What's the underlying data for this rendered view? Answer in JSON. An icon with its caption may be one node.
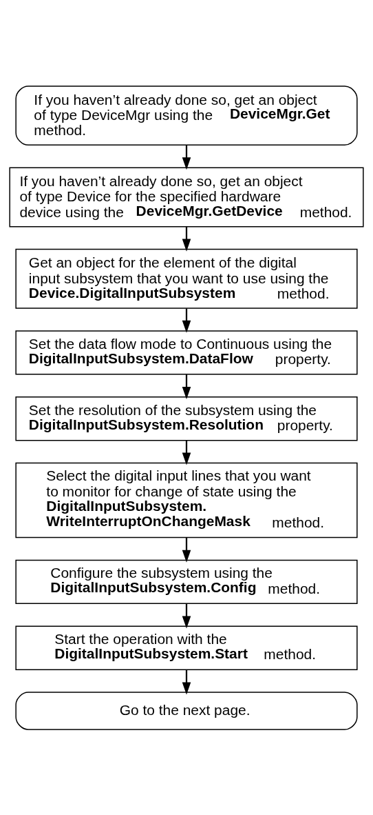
{
  "diagram": {
    "nodes": [
      {
        "text": [
          "If you haven’t already done so, get an object of type DeviceMgr using the **DeviceMgr.Get** method."
        ]
      },
      {
        "text": [
          "If you haven’t already done so, get an object of type Device for the specified hardware device using the **DeviceMgr.GetDevice** method."
        ]
      },
      {
        "text": [
          "Get an object for the element of the digital input subsystem that you want to use using the **Device.DigitalInputSubsystem** method."
        ]
      },
      {
        "text": [
          "Set the data flow mode to Continuous using the **DigitalInputSubsystem.DataFlow** property."
        ]
      },
      {
        "text": [
          "Set the resolution of the subsystem using the **DigitalInputSubsystem.Resolution** property."
        ]
      },
      {
        "text": [
          "Select the digital input lines that you want to monitor for change of state using the **DigitalInputSubsystem. WriteInterruptOnChangeMask** method."
        ]
      },
      {
        "text": [
          "Configure the subsystem using the **DigitalInputSubsystem.Config** method."
        ]
      },
      {
        "text": [
          "Start the operation with the **DigitalInputSubsystem.Start** method."
        ]
      },
      {
        "text": [
          "Go to the next page."
        ]
      }
    ],
    "edges": [
      {
        "from": 0,
        "to": 1,
        "arrow": "to"
      },
      {
        "from": 1,
        "to": 2,
        "arrow": "to"
      },
      {
        "from": 2,
        "to": 3,
        "arrow": "to"
      },
      {
        "from": 3,
        "to": 4,
        "arrow": "to"
      },
      {
        "from": 4,
        "to": 5,
        "arrow": "to"
      },
      {
        "from": 5,
        "to": 6,
        "arrow": "to"
      },
      {
        "from": 6,
        "to": 7,
        "arrow": "to"
      },
      {
        "from": 7,
        "to": 8,
        "arrow": "to"
      }
    ]
  }
}
